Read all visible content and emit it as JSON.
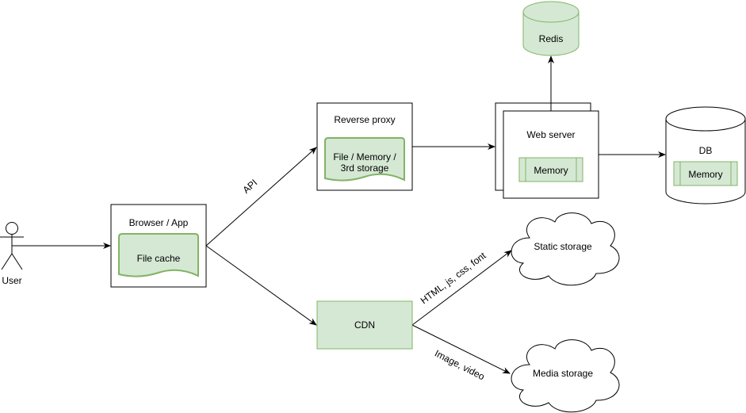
{
  "diagram": {
    "colors": {
      "green_fill": "#d5e8d4",
      "green_stroke": "#82b366",
      "line": "#000000",
      "white": "#ffffff"
    },
    "nodes": {
      "user": {
        "label": "User"
      },
      "browser": {
        "label": "Browser / App",
        "inner": "File cache"
      },
      "reverse_proxy": {
        "label": "Reverse proxy",
        "inner_line1": "File / Memory /",
        "inner_line2": "3rd storage"
      },
      "cdn": {
        "label": "CDN"
      },
      "web_server": {
        "label": "Web server",
        "inner": "Memory"
      },
      "redis": {
        "label": "Redis"
      },
      "db": {
        "label": "DB",
        "inner": "Memory"
      },
      "static_storage": {
        "label": "Static storage"
      },
      "media_storage": {
        "label": "Media storage"
      }
    },
    "edges": {
      "user_to_browser": {
        "label": ""
      },
      "browser_to_proxy": {
        "label": "API"
      },
      "browser_to_cdn": {
        "label": ""
      },
      "proxy_to_webserver": {
        "label": ""
      },
      "webserver_to_redis": {
        "label": ""
      },
      "webserver_to_db": {
        "label": ""
      },
      "cdn_to_static": {
        "label": "HTML, js, css, font"
      },
      "cdn_to_media": {
        "label": "Image, video"
      }
    }
  }
}
